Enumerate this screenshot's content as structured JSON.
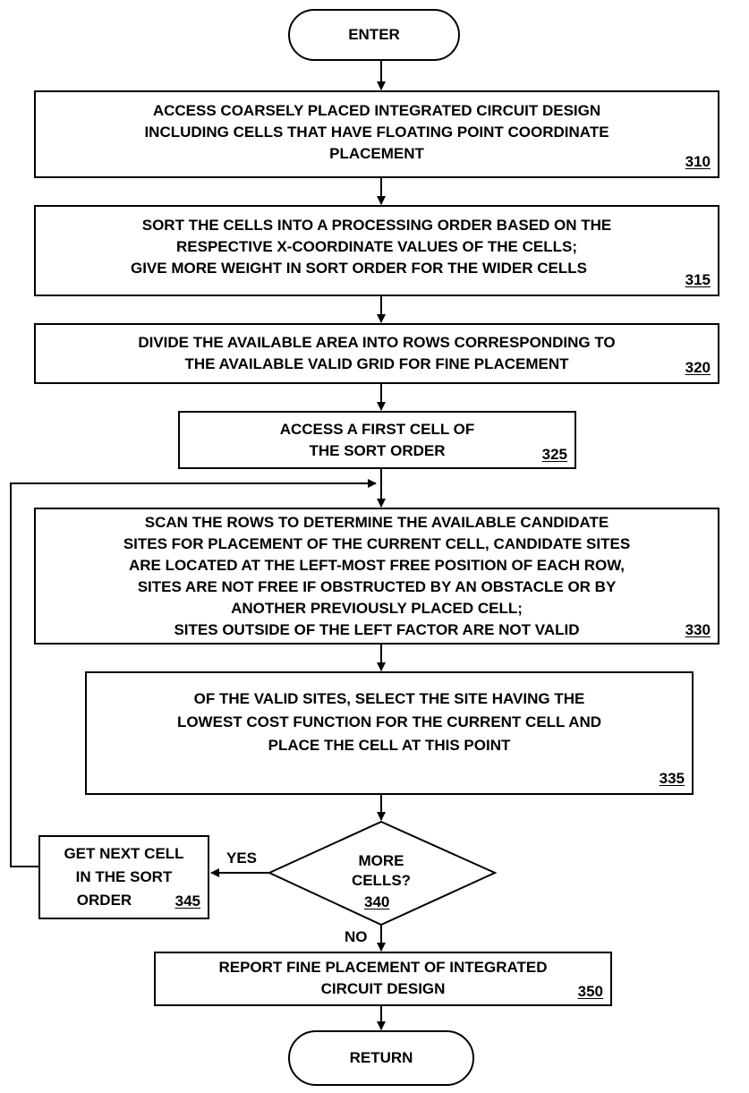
{
  "start": "ENTER",
  "end": "RETURN",
  "steps": [
    {
      "ref": "310",
      "lines": [
        "ACCESS COARSELY PLACED INTEGRATED CIRCUIT DESIGN",
        "INCLUDING CELLS THAT HAVE FLOATING POINT COORDINATE",
        "PLACEMENT"
      ]
    },
    {
      "ref": "315",
      "lines": [
        "SORT THE CELLS INTO A PROCESSING ORDER BASED ON THE",
        "RESPECTIVE X-COORDINATE VALUES OF THE CELLS;",
        "GIVE MORE WEIGHT IN SORT ORDER FOR THE WIDER CELLS"
      ]
    },
    {
      "ref": "320",
      "lines": [
        "DIVIDE THE AVAILABLE AREA INTO ROWS CORRESPONDING TO",
        "THE AVAILABLE VALID GRID FOR FINE PLACEMENT"
      ]
    },
    {
      "ref": "325",
      "lines": [
        "ACCESS A FIRST CELL OF",
        "THE SORT ORDER"
      ]
    },
    {
      "ref": "330",
      "lines": [
        "SCAN THE ROWS TO DETERMINE THE AVAILABLE CANDIDATE",
        "SITES FOR PLACEMENT OF THE CURRENT CELL, CANDIDATE SITES",
        "ARE LOCATED AT THE LEFT-MOST FREE POSITION OF EACH ROW,",
        "SITES ARE NOT FREE IF OBSTRUCTED BY AN OBSTACLE OR BY",
        "ANOTHER PREVIOUSLY PLACED CELL;",
        "SITES OUTSIDE OF THE LEFT FACTOR ARE NOT VALID"
      ]
    },
    {
      "ref": "335",
      "lines": [
        "OF THE VALID SITES, SELECT THE SITE HAVING THE",
        "LOWEST COST FUNCTION FOR THE CURRENT CELL AND",
        "PLACE THE CELL AT THIS POINT"
      ]
    }
  ],
  "decision": {
    "ref": "340",
    "lines": [
      "MORE",
      "CELLS?"
    ],
    "yes_label": "YES",
    "no_label": "NO"
  },
  "loop_step": {
    "ref": "345",
    "lines": [
      "GET NEXT CELL",
      "IN THE SORT",
      "ORDER"
    ]
  },
  "report_step": {
    "ref": "350",
    "lines": [
      "REPORT FINE PLACEMENT OF INTEGRATED",
      "CIRCUIT DESIGN"
    ]
  }
}
